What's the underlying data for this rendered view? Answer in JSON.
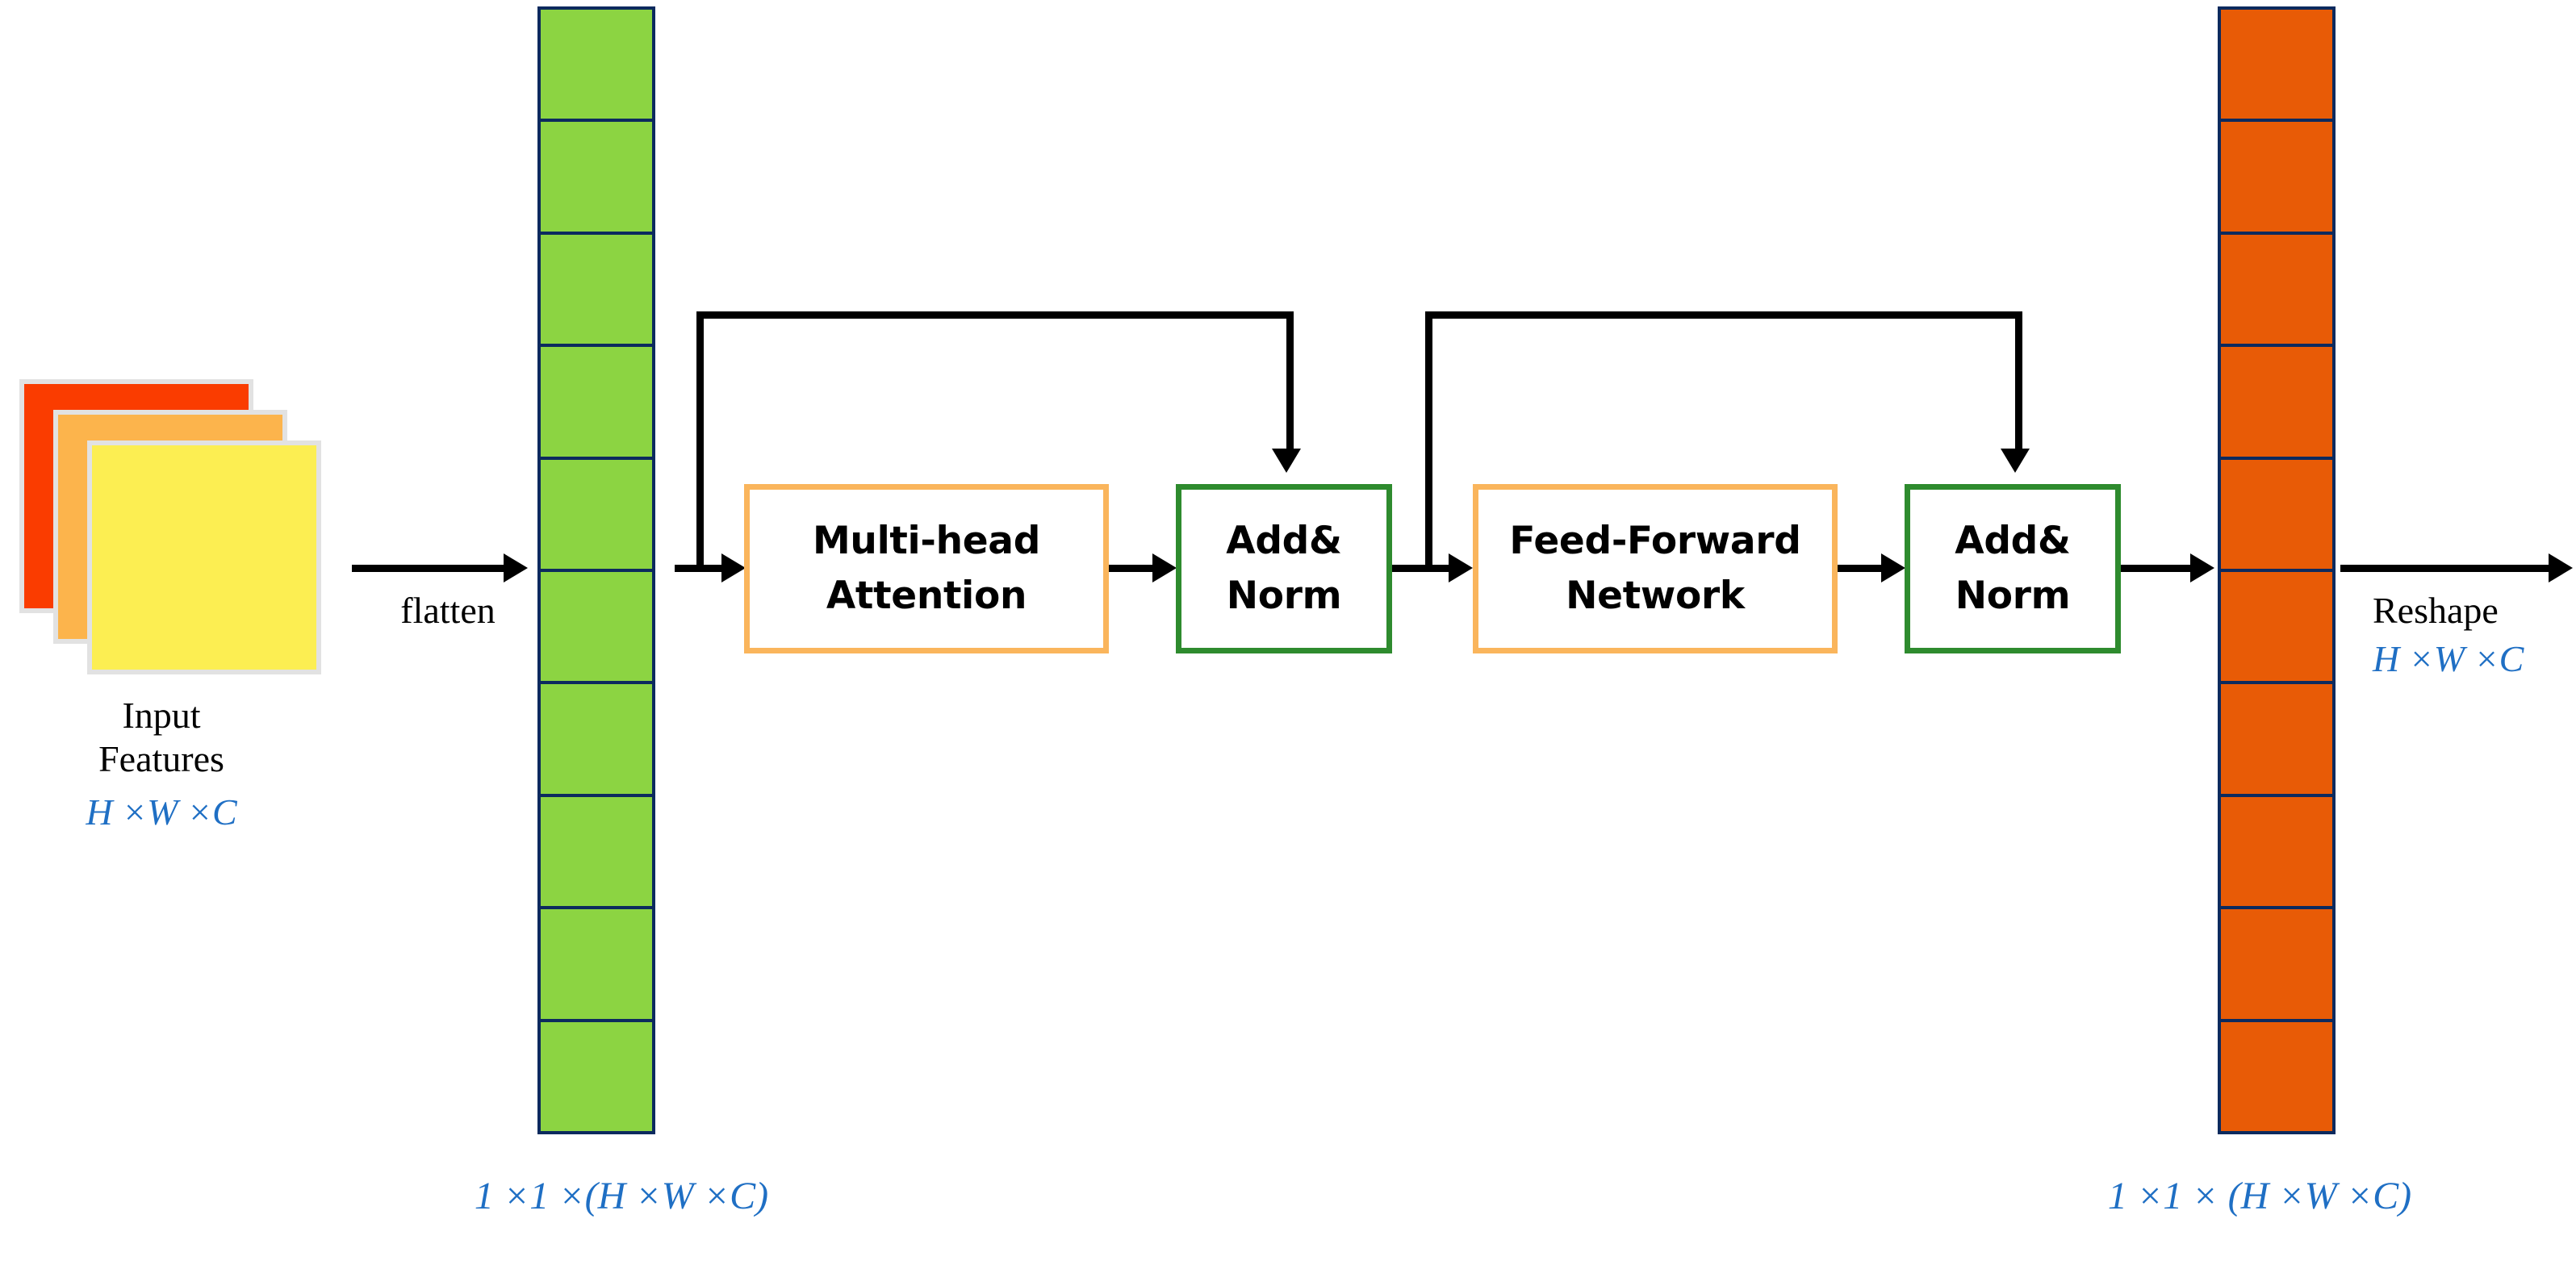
{
  "diagram": {
    "title": "Transformer encoder block on flattened feature map",
    "colors": {
      "green_token": "#8CD442",
      "orange_token": "#E85B06",
      "token_border": "#0C2A5E",
      "box_orange_border": "#FAB55C",
      "box_green_border": "#2E8B2E",
      "dim_text_blue": "#1F6FC4",
      "fmap_back": "#FA3C00",
      "fmap_mid": "#FCB44C",
      "fmap_front": "#FCEE52",
      "fmap_outline": "#E2E2E2",
      "arrow": "#000000",
      "background": "#FFFFFF"
    }
  },
  "input": {
    "caption": "Input\nFeatures",
    "dims": "H ×W ×C",
    "maps": [
      {
        "name": "feature-map-back",
        "color": "#FA3C00"
      },
      {
        "name": "feature-map-mid",
        "color": "#FCB44C"
      },
      {
        "name": "feature-map-front",
        "color": "#FCEE52"
      }
    ]
  },
  "flatten": {
    "label": "flatten"
  },
  "reshape": {
    "label": "Reshape",
    "dims": "H ×W ×C"
  },
  "token_stacks": {
    "left": {
      "cell_count": 10,
      "color": "#8CD442",
      "dims": "1 ×1 ×(H ×W ×C)"
    },
    "right": {
      "cell_count": 10,
      "color": "#E85B06",
      "dims": "1 ×1 × (H ×W ×C)"
    }
  },
  "blocks": [
    {
      "id": "mha",
      "label": "Multi-head\nAttention",
      "style": "orange"
    },
    {
      "id": "addnorm1",
      "label": "Add&\nNorm",
      "style": "green"
    },
    {
      "id": "ffn",
      "label": "Feed-Forward\nNetwork",
      "style": "orange"
    },
    {
      "id": "addnorm2",
      "label": "Add&\nNorm",
      "style": "green"
    }
  ],
  "connections": {
    "residual_1": "skip connection from encoder input to Add&Norm 1",
    "residual_2": "skip connection from Add&Norm 1 output to Add&Norm 2"
  }
}
